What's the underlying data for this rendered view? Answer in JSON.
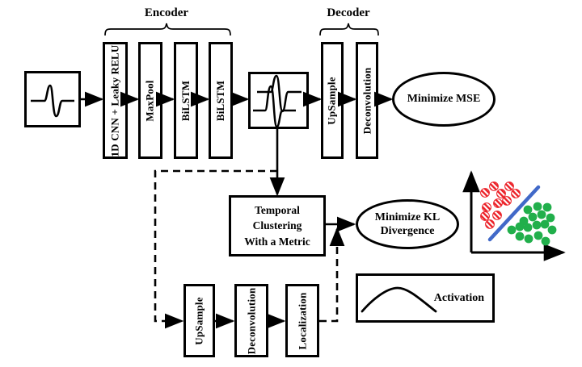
{
  "encoder": {
    "label": "Encoder",
    "blocks": [
      "1D CNN + Leaky RELU",
      "MaxPool",
      "BiLSTM",
      "BiLSTM"
    ]
  },
  "decoder": {
    "label": "Decoder",
    "blocks": [
      "UpSample",
      "Deconvolution"
    ]
  },
  "objectives": {
    "mse": "Minimize MSE",
    "kl_line1": "Minimize KL",
    "kl_line2": "Divergence"
  },
  "clustering": {
    "line1": "Temporal Clustering",
    "line2": "With a Metric"
  },
  "branch": {
    "blocks": [
      "UpSample",
      "Deconvolution",
      "Localization"
    ]
  },
  "legend": {
    "activation": "Activation"
  },
  "icons": {
    "input": "signal-waveform-icon",
    "latent": "latent-waveform-icon",
    "activation": "activation-curve-icon",
    "scatter": "cluster-scatter-icon"
  },
  "colors": {
    "ink": "#000000",
    "separator_blue": "#4169C8",
    "cluster_green": "#21AF4B",
    "cluster_red": "#EC2027"
  },
  "scatter": {
    "point_radius": 5.4,
    "red_points": [
      [
        600,
        239
      ],
      [
        611,
        231
      ],
      [
        620,
        240
      ],
      [
        630,
        231
      ],
      [
        638,
        240
      ],
      [
        602,
        257
      ],
      [
        616,
        252
      ],
      [
        627,
        249
      ],
      [
        600,
        268
      ],
      [
        615,
        267
      ],
      [
        606,
        278
      ]
    ],
    "green_points": [
      [
        653,
        260
      ],
      [
        665,
        256
      ],
      [
        677,
        257
      ],
      [
        648,
        274
      ],
      [
        659,
        269
      ],
      [
        670,
        266
      ],
      [
        681,
        270
      ],
      [
        633,
        285
      ],
      [
        643,
        281
      ],
      [
        653,
        282
      ],
      [
        664,
        279
      ],
      [
        674,
        278
      ],
      [
        683,
        285
      ],
      [
        643,
        293
      ],
      [
        654,
        296
      ],
      [
        666,
        292
      ],
      [
        675,
        299
      ]
    ]
  }
}
